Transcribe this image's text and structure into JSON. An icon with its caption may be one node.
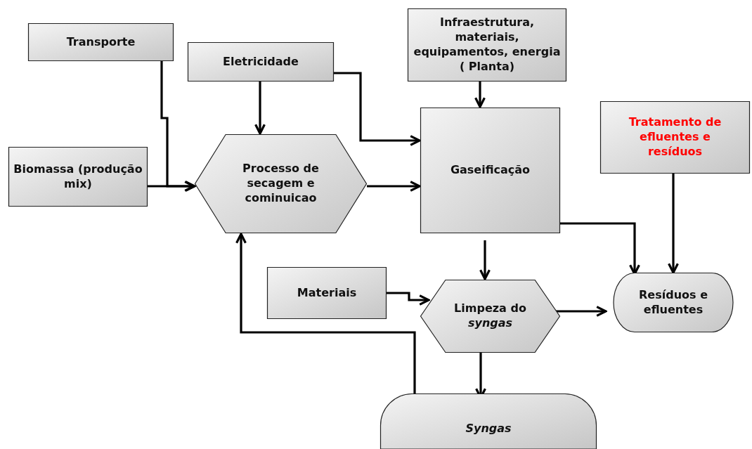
{
  "diagram": {
    "nodes": [
      {
        "text": [
          "Transporte"
        ]
      },
      {
        "text": [
          "Eletricidade"
        ]
      },
      {
        "text": [
          "Infraestrutura, materiais, equipamentos, energia ( Planta)"
        ]
      },
      {
        "text": [
          "Biomassa (produção mix)"
        ]
      },
      {
        "text": [
          "Processo de secagem e cominuicao"
        ]
      },
      {
        "text": [
          "Gaseificação"
        ]
      },
      {
        "text": [
          "Tratamento de efluentes e resíduos"
        ]
      },
      {
        "text": [
          "Materiais"
        ]
      },
      {
        "text": [
          "Limpeza do *syngas*"
        ]
      },
      {
        "text": [
          "Resíduos e efluentes"
        ]
      },
      {
        "text": [
          "Syngas"
        ]
      }
    ],
    "edges": [
      {
        "from": 0,
        "to": 4,
        "arrow": "to"
      },
      {
        "from": 3,
        "to": 4,
        "arrow": "to"
      },
      {
        "from": 1,
        "to": 4,
        "arrow": "to"
      },
      {
        "from": 1,
        "to": 5,
        "arrow": "to"
      },
      {
        "from": 4,
        "to": 5,
        "arrow": "to"
      },
      {
        "from": 2,
        "to": 5,
        "arrow": "to"
      },
      {
        "from": 5,
        "to": 8,
        "arrow": "to"
      },
      {
        "from": 5,
        "to": 9,
        "arrow": "to"
      },
      {
        "from": 6,
        "to": 9,
        "arrow": "to"
      },
      {
        "from": 7,
        "to": 8,
        "arrow": "to"
      },
      {
        "from": 8,
        "to": 9,
        "arrow": "to"
      },
      {
        "from": 8,
        "to": 10,
        "arrow": "to"
      },
      {
        "from": 10,
        "to": 4,
        "arrow": "to"
      }
    ]
  }
}
